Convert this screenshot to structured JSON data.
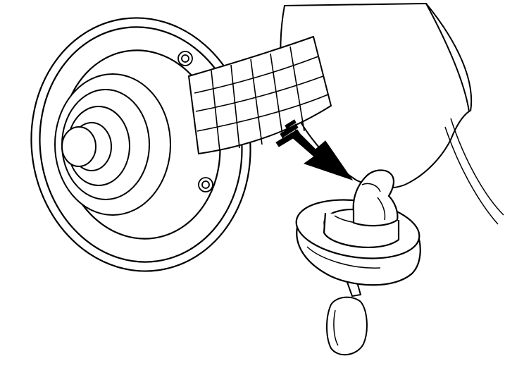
{
  "diagram": {
    "kind": "line-illustration",
    "parts": [
      "fuel-filler-door",
      "filler-neck",
      "cap-holder-grid",
      "fuel-cap",
      "cap-tether",
      "direction-arrow",
      "vehicle-body-panel"
    ]
  },
  "colors": {
    "line": "#000000",
    "fill": "#ffffff",
    "arrow": "#000000"
  }
}
